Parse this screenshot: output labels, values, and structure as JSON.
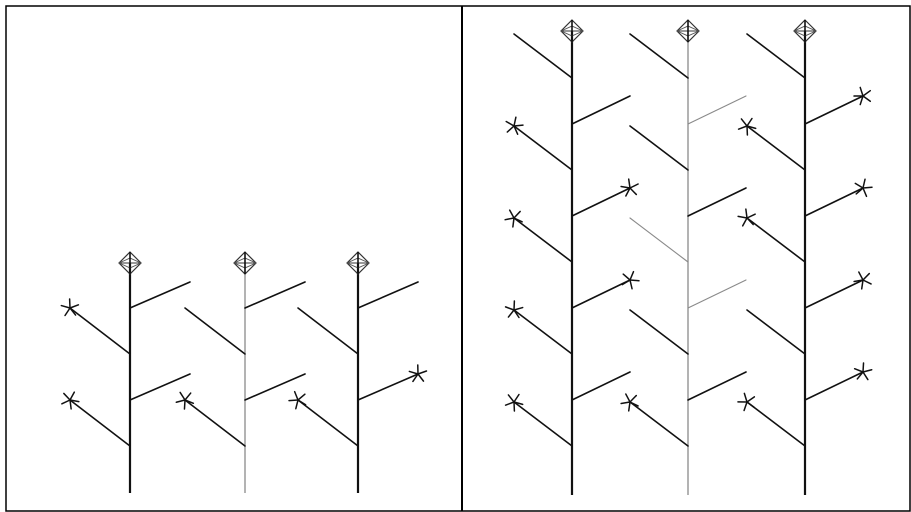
{
  "figure": {
    "background": "#ffffff",
    "frame_color": "#000000",
    "panels": [
      {
        "name": "panel-left",
        "plants": [
          {
            "stem_shade": "dark",
            "apex": "bud",
            "branches": [
              {
                "side": "right",
                "shade": "dark",
                "tip": "none"
              },
              {
                "side": "left",
                "shade": "dark",
                "tip": "flower"
              },
              {
                "side": "right",
                "shade": "dark",
                "tip": "none"
              },
              {
                "side": "left",
                "shade": "dark",
                "tip": "flower"
              }
            ]
          },
          {
            "stem_shade": "light",
            "apex": "bud",
            "branches": [
              {
                "side": "right",
                "shade": "dark",
                "tip": "none"
              },
              {
                "side": "left",
                "shade": "dark",
                "tip": "none"
              },
              {
                "side": "right",
                "shade": "dark",
                "tip": "none"
              },
              {
                "side": "left",
                "shade": "dark",
                "tip": "flower"
              }
            ]
          },
          {
            "stem_shade": "dark",
            "apex": "bud",
            "branches": [
              {
                "side": "right",
                "shade": "dark",
                "tip": "none"
              },
              {
                "side": "left",
                "shade": "dark",
                "tip": "none"
              },
              {
                "side": "right",
                "shade": "dark",
                "tip": "flower"
              },
              {
                "side": "left",
                "shade": "dark",
                "tip": "flower"
              }
            ]
          }
        ]
      },
      {
        "name": "panel-right",
        "plants": [
          {
            "stem_shade": "dark",
            "apex": "bud",
            "branches": [
              {
                "side": "left",
                "shade": "dark",
                "tip": "none"
              },
              {
                "side": "right",
                "shade": "dark",
                "tip": "none"
              },
              {
                "side": "left",
                "shade": "dark",
                "tip": "flower"
              },
              {
                "side": "right",
                "shade": "dark",
                "tip": "flower"
              },
              {
                "side": "left",
                "shade": "dark",
                "tip": "flower"
              },
              {
                "side": "right",
                "shade": "dark",
                "tip": "flower"
              },
              {
                "side": "left",
                "shade": "dark",
                "tip": "flower"
              },
              {
                "side": "right",
                "shade": "dark",
                "tip": "none"
              },
              {
                "side": "left",
                "shade": "dark",
                "tip": "flower"
              }
            ]
          },
          {
            "stem_shade": "light",
            "apex": "bud",
            "branches": [
              {
                "side": "left",
                "shade": "dark",
                "tip": "none"
              },
              {
                "side": "right",
                "shade": "light",
                "tip": "none"
              },
              {
                "side": "left",
                "shade": "dark",
                "tip": "none"
              },
              {
                "side": "right",
                "shade": "dark",
                "tip": "none"
              },
              {
                "side": "left",
                "shade": "light",
                "tip": "none"
              },
              {
                "side": "right",
                "shade": "light",
                "tip": "none"
              },
              {
                "side": "left",
                "shade": "dark",
                "tip": "none"
              },
              {
                "side": "right",
                "shade": "dark",
                "tip": "none"
              },
              {
                "side": "left",
                "shade": "dark",
                "tip": "flower"
              }
            ]
          },
          {
            "stem_shade": "dark",
            "apex": "bud",
            "branches": [
              {
                "side": "left",
                "shade": "dark",
                "tip": "none"
              },
              {
                "side": "right",
                "shade": "dark",
                "tip": "flower"
              },
              {
                "side": "left",
                "shade": "dark",
                "tip": "flower"
              },
              {
                "side": "right",
                "shade": "dark",
                "tip": "flower"
              },
              {
                "side": "left",
                "shade": "dark",
                "tip": "flower"
              },
              {
                "side": "right",
                "shade": "dark",
                "tip": "flower"
              },
              {
                "side": "left",
                "shade": "dark",
                "tip": "none"
              },
              {
                "side": "right",
                "shade": "dark",
                "tip": "flower"
              },
              {
                "side": "left",
                "shade": "dark",
                "tip": "flower"
              }
            ]
          }
        ]
      }
    ]
  }
}
